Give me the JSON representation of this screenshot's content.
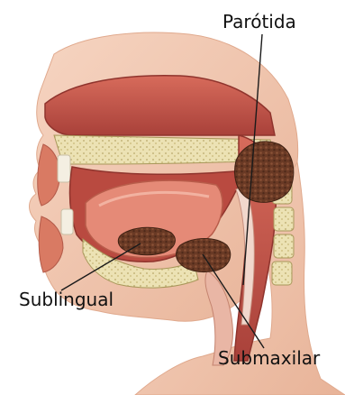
{
  "labels": {
    "parotida": "Parótida",
    "sublingual": "Sublingual",
    "submaxilar": "Submaxilar"
  },
  "colors": {
    "skin": "#f2c6ad",
    "skin_shadow": "#e4a98e",
    "muscle": "#c95a4c",
    "muscle_dark": "#9e3b32",
    "bone": "#ece2b4",
    "gland": "#6a3a25",
    "gland_light": "#8a5136",
    "leader_line": "#1a1a1a",
    "label_text": "#111111"
  }
}
